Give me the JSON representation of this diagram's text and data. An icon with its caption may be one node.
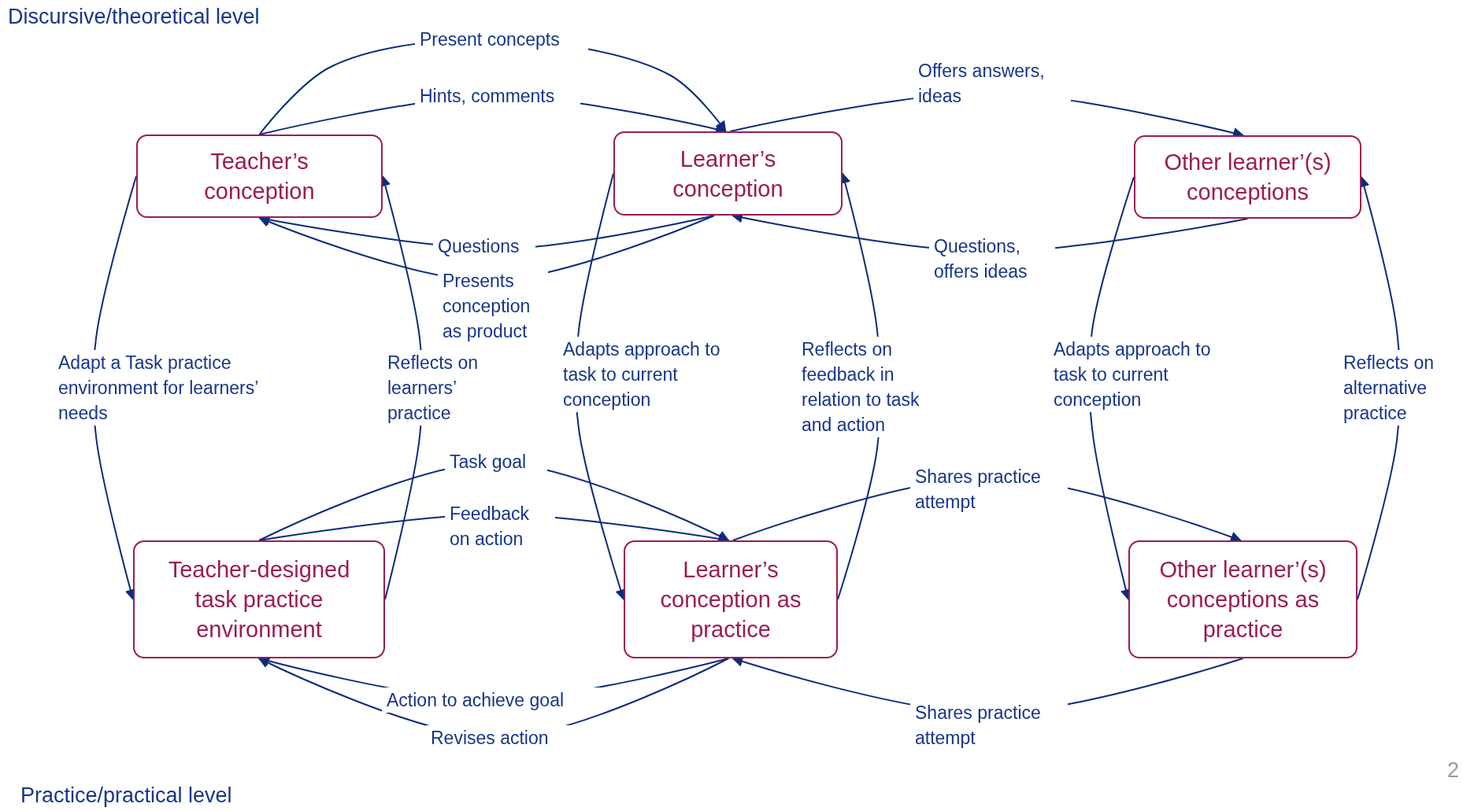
{
  "diagram": {
    "nodes": [
      {
        "text": [
          "Teacher’s conception"
        ]
      },
      {
        "text": [
          "Learner’s conception"
        ]
      },
      {
        "text": [
          "Other learner’(s) conceptions"
        ]
      },
      {
        "text": [
          "Teacher-designed task practice environment"
        ]
      },
      {
        "text": [
          "Learner’s conception as practice"
        ]
      },
      {
        "text": [
          "Other learner’(s) conceptions as practice"
        ]
      }
    ],
    "edges": [
      {
        "from": 0,
        "to": 1,
        "arrow": "to",
        "label": "Present concepts"
      },
      {
        "from": 0,
        "to": 1,
        "arrow": "to",
        "label": "Hints, comments"
      },
      {
        "from": 1,
        "to": 2,
        "arrow": "to",
        "label": "Offers answers, ideas"
      },
      {
        "from": 1,
        "to": 0,
        "arrow": "to",
        "label": "Questions"
      },
      {
        "from": 1,
        "to": 0,
        "arrow": "to",
        "label": "Presents conception as product"
      },
      {
        "from": 2,
        "to": 1,
        "arrow": "to",
        "label": "Questions, offers ideas"
      },
      {
        "from": 0,
        "to": 3,
        "arrow": "to",
        "label": "Adapt a Task practice environment for learners’ needs"
      },
      {
        "from": 3,
        "to": 0,
        "arrow": "to",
        "label": "Reflects on learners’ practice"
      },
      {
        "from": 1,
        "to": 4,
        "arrow": "to",
        "label": "Adapts approach to task to current conception"
      },
      {
        "from": 4,
        "to": 1,
        "arrow": "to",
        "label": "Reflects on feedback in relation to task and action"
      },
      {
        "from": 2,
        "to": 5,
        "arrow": "to",
        "label": "Adapts approach to task to current conception"
      },
      {
        "from": 5,
        "to": 2,
        "arrow": "to",
        "label": "Reflects on alternative practice"
      },
      {
        "from": 3,
        "to": 4,
        "arrow": "to",
        "label": "Task goal"
      },
      {
        "from": 3,
        "to": 4,
        "arrow": "to",
        "label": "Feedback on action"
      },
      {
        "from": 4,
        "to": 5,
        "arrow": "to",
        "label": "Shares practice attempt"
      },
      {
        "from": 4,
        "to": 3,
        "arrow": "to",
        "label": "Action to achieve goal"
      },
      {
        "from": 4,
        "to": 3,
        "arrow": "to",
        "label": "Revises action"
      },
      {
        "from": 5,
        "to": 4,
        "arrow": "to",
        "label": "Shares practice attempt"
      }
    ],
    "labels": [
      "Discursive/theoretical level",
      "Practice/practical level",
      "2"
    ]
  }
}
